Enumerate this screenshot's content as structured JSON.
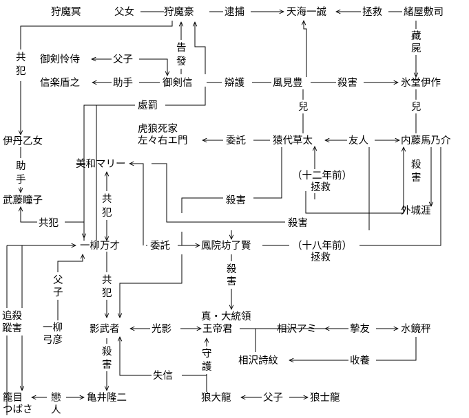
{
  "nodes": {
    "karimameimei": "狩魔冥",
    "karimago": "狩魔豪",
    "tenkai": "天海一誠",
    "ogiya": "緒屋敷司",
    "reiji": "御剣怜侍",
    "shintaku": "信楽盾之",
    "mitsurugi": "御剣信",
    "kazamiyutaka": "風見豊",
    "hyodo": "氷堂伊作",
    "itami": "伊丹乙女",
    "kotoran_line1": "虎狼死家",
    "kotoran_line2": "左々右エ門",
    "sarushiro": "猿代草太",
    "naitou": "内藤馬乃介",
    "miwa": "美和マリー",
    "buto": "武藤瞳子",
    "gejo": "外城涯",
    "ichiyanagi": "一柳万才",
    "horin": "鳳院坊了賢",
    "yumihiko_line1": "一柳",
    "yumihiko_line2": "弓彦",
    "kagemusha": "影武者",
    "shinoudai_line1": "真・大統領",
    "shinoudai_line2": "王帝君",
    "aizawa_ami": "相沢アミ",
    "mizukagami": "水鏡秤",
    "aizawa_shimon": "相沢詩紋",
    "kagome_line1": "籠目",
    "kagome_line2": "つばさ",
    "kamei": "亀井隆二",
    "rouryu": "狼大龍",
    "roushiryu": "狼士龍"
  },
  "labels": {
    "fujo": "父女",
    "taiho": "逮捕",
    "kyusai_top": "拯救",
    "zou": "藏",
    "shi": "屍",
    "kyo": "共",
    "han": "犯",
    "koku": "告",
    "hatsu": "發",
    "fushi_top": "父子",
    "joshu_h": "助手",
    "bengo": "辯護",
    "satsugai_mid": "殺害",
    "ji_left": "兒",
    "ji_right": "兒",
    "shobatsu": "處罰",
    "itaku_top": "委託",
    "yujin": "友人",
    "jo": "助",
    "shu": "手",
    "satsu": "殺",
    "gai": "害",
    "juninen": "（十二年前）",
    "kyusai_12": "拯救",
    "satsugai_upper": "殺害",
    "kyohan_h": "共犯",
    "satsugai_lower": "殺害",
    "itaku_mid": "委託",
    "juhachinen": "（十八年前）",
    "kyusai_18": "拯救",
    "fu": "父",
    "ko": "子",
    "tsui_line1": "追殺",
    "tsui_line2": "蹤害",
    "kouei": "光影",
    "shiyuu": "摯友",
    "shuyou": "收養",
    "shisshin": "失信",
    "shu_guard": "守",
    "go_guard": "護",
    "ren": "戀",
    "jin": "人",
    "fushi_bottom": "父子"
  },
  "colors": {
    "line": "#000000",
    "text": "#000000",
    "background": "#ffffff"
  }
}
